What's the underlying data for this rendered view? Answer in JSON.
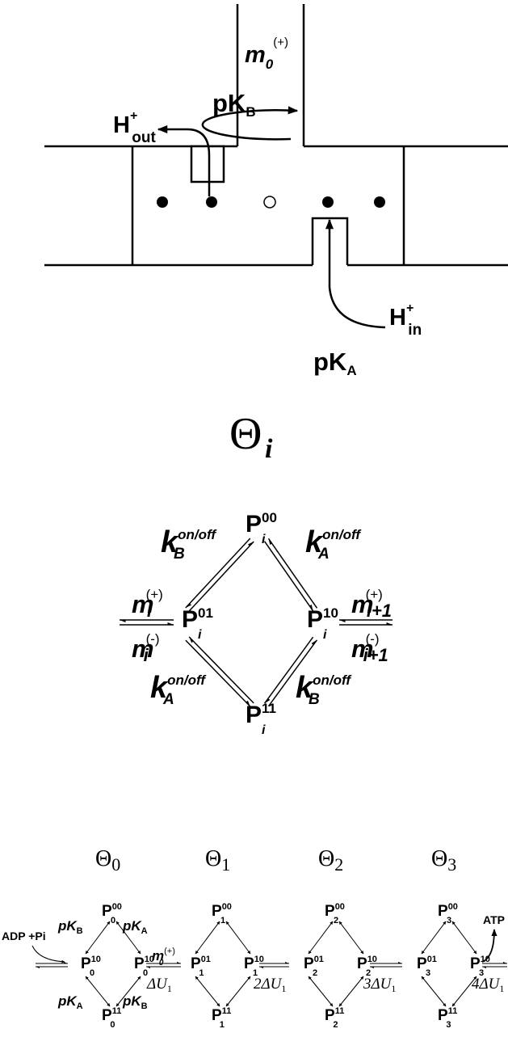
{
  "motor": {
    "rotation_label": "m",
    "rotation_sub": "0",
    "rotation_sup": "(+)",
    "h_out": "H",
    "h_out_sup": "+",
    "h_out_sub": "out",
    "pkb": "pK",
    "pkb_sub": "B",
    "h_in": "H",
    "h_in_sup": "+",
    "h_in_sub": "in",
    "pka": "pK",
    "pka_sub": "A"
  },
  "theta_diagram": {
    "title": "Θ",
    "title_sub": "i",
    "p": "P",
    "i": "i",
    "s00": "00",
    "s01": "01",
    "s10": "10",
    "s11": "11",
    "k": "k",
    "on_off": "on/off",
    "A": "A",
    "B": "B",
    "m": "m",
    "plus": "(+)",
    "minus": "(-)",
    "sub_i1": "i+1"
  },
  "chain": {
    "thetas": [
      "Θ",
      "Θ",
      "Θ",
      "Θ"
    ],
    "theta_subs": [
      "0",
      "1",
      "2",
      "3"
    ],
    "p": "P",
    "s00": "00",
    "s01": "01",
    "s10": "10",
    "s11": "11",
    "idx": [
      "0",
      "1",
      "2",
      "3"
    ],
    "adp": "ADP +Pi",
    "atp": "ATP",
    "pk": "pK",
    "A": "A",
    "B": "B",
    "m": "m",
    "m_sub": "0",
    "m_sup": "(+)",
    "du": "ΔU",
    "du_sub": "1",
    "du_mult": [
      "",
      "2",
      "3",
      "4"
    ]
  }
}
